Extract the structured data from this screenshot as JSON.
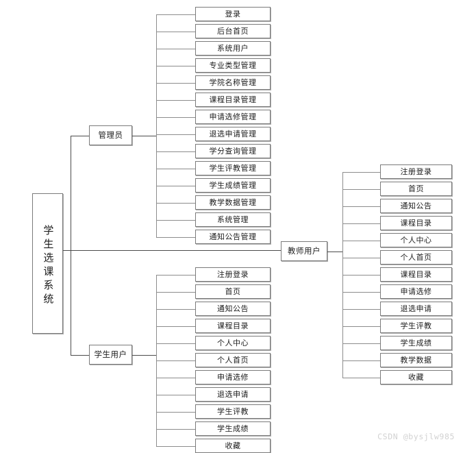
{
  "diagram": {
    "title": "学生选课系统",
    "root": {
      "label": "学生选课系统"
    },
    "branches": [
      {
        "key": "admin",
        "label": "管理员",
        "items": [
          "登录",
          "后台首页",
          "系统用户",
          "专业类型管理",
          "学院名称管理",
          "课程目录管理",
          "申请选修管理",
          "退选申请管理",
          "学分查询管理",
          "学生评教管理",
          "学生成绩管理",
          "教学数据管理",
          "系统管理",
          "通知公告管理"
        ]
      },
      {
        "key": "student",
        "label": "学生用户",
        "items": [
          "注册登录",
          "首页",
          "通知公告",
          "课程目录",
          "个人中心",
          "个人首页",
          "申请选修",
          "退选申请",
          "学生评教",
          "学生成绩",
          "收藏"
        ]
      },
      {
        "key": "teacher",
        "label": "教师用户",
        "items": [
          "注册登录",
          "首页",
          "通知公告",
          "课程目录",
          "个人中心",
          "个人首页",
          "课程目录",
          "申请选修",
          "退选申请",
          "学生评教",
          "学生成绩",
          "教学数据",
          "收藏"
        ]
      }
    ]
  },
  "watermark": {
    "text": "CSDN @bysjlw985"
  },
  "colors": {
    "box_border": "#7a7a7a",
    "box_shadow": "#b0b0b0",
    "line": "#4a4a4a",
    "text": "#1b1b1b",
    "watermark": "#d2d2d2",
    "background": "#ffffff"
  }
}
